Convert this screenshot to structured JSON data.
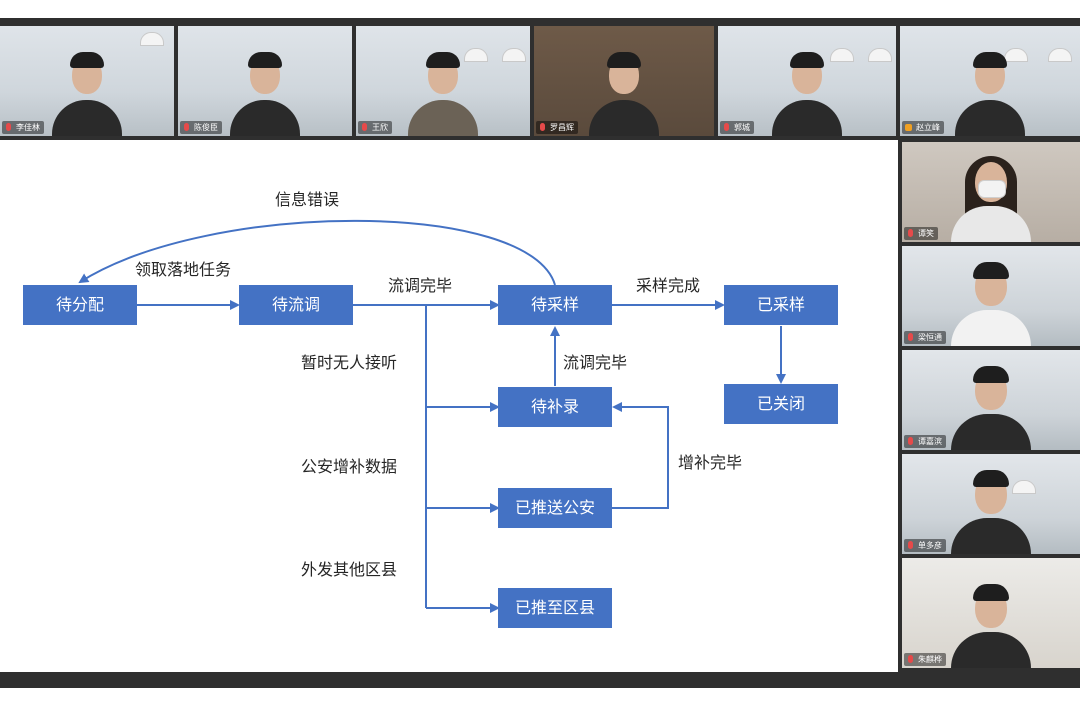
{
  "participants_top": [
    {
      "name": "李佳林",
      "mic": "muted"
    },
    {
      "name": "陈俊臣",
      "mic": "muted"
    },
    {
      "name": "王欣",
      "mic": "muted"
    },
    {
      "name": "罗昌辉",
      "mic": "muted"
    },
    {
      "name": "郭城",
      "mic": "muted"
    },
    {
      "name": "赵立峰",
      "mic": "host"
    }
  ],
  "participants_side": [
    {
      "name": "谭笑",
      "mic": "muted"
    },
    {
      "name": "梁恒通",
      "mic": "muted"
    },
    {
      "name": "谭嘉滨",
      "mic": "muted"
    },
    {
      "name": "单多彦",
      "mic": "muted"
    },
    {
      "name": "朱麒桦",
      "mic": "muted"
    }
  ],
  "flow": {
    "nodes": {
      "pending_assign": "待分配",
      "pending_trace": "待流调",
      "pending_sample": "待采样",
      "sampled": "已采样",
      "pending_supplement": "待补录",
      "closed": "已关闭",
      "pushed_police": "已推送公安",
      "pushed_county": "已推至区县"
    },
    "labels": {
      "info_error": "信息错误",
      "claim_task": "领取落地任务",
      "trace_done_top": "流调完毕",
      "sample_done": "采样完成",
      "no_answer": "暂时无人接听",
      "trace_done_mid": "流调完毕",
      "police_supplement": "公安增补数据",
      "supplement_done": "增补完毕",
      "send_other_county": "外发其他区县"
    }
  },
  "colors": {
    "node_fill": "#4472c4",
    "arrow": "#4472c4",
    "frame": "#2f2f2f",
    "muted_mic": "#e64a4a",
    "host_badge": "#f0a022"
  }
}
